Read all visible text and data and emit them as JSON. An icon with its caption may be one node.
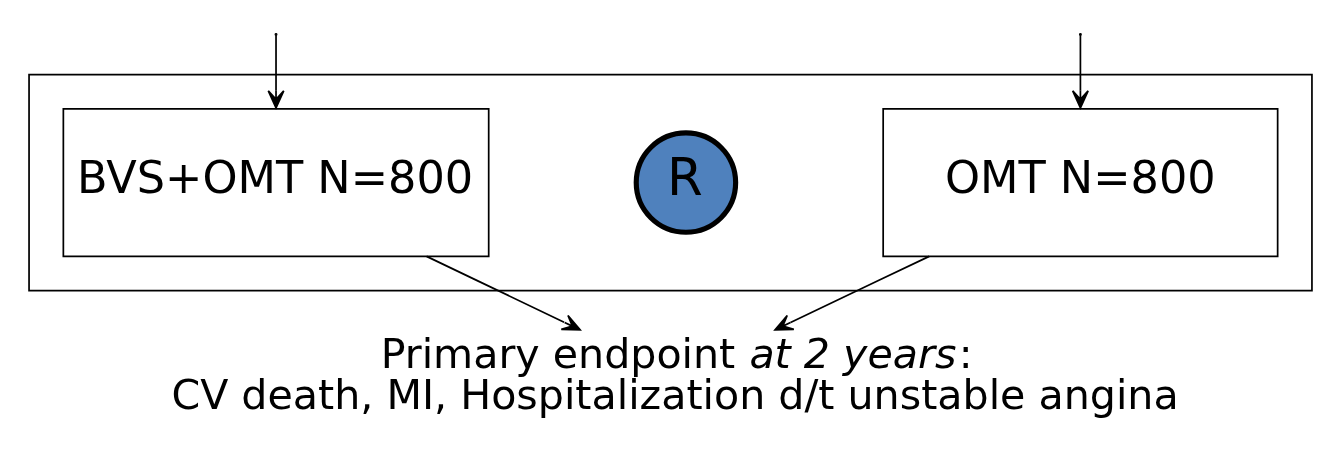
{
  "diagram": {
    "nodes": [
      {
        "text": [],
        "shape": "box"
      },
      {
        "text": [
          "R"
        ],
        "in": 0
      },
      {
        "text": [
          "BVS+OMT N=800"
        ],
        "in": 0
      },
      {
        "text": [
          "OMT N=800"
        ],
        "in": 0
      },
      {
        "text": [
          "Primary endpoint *at 2 years*:",
          "CV death, MI, Hospitalization d/t unstable angina"
        ]
      }
    ],
    "edges": [
      {
        "from": null,
        "to": 2,
        "arrow": "to"
      },
      {
        "from": null,
        "to": 3,
        "arrow": "to"
      },
      {
        "from": 2,
        "to": 4,
        "arrow": "to"
      },
      {
        "from": 3,
        "to": 4,
        "arrow": "to"
      }
    ]
  }
}
